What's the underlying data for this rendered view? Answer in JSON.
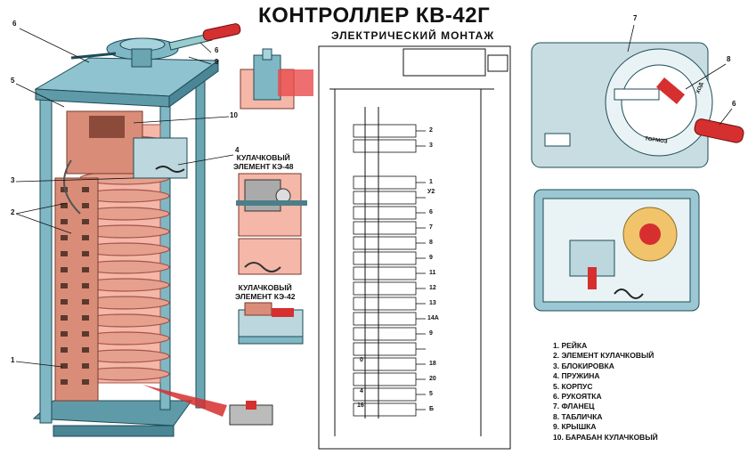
{
  "title": "КОНТРОЛЛЕР КВ-42Г",
  "subtitle": "ЭЛЕКТРИЧЕСКИЙ МОНТАЖ",
  "captions": {
    "ke48": [
      "КУЛАЧКОВЫЙ",
      "ЭЛЕМЕНТ КЭ-48"
    ],
    "ke42": [
      "КУЛАЧКОВЫЙ",
      "ЭЛЕМЕНТ КЭ-42"
    ]
  },
  "callouts": [
    "1",
    "2",
    "3",
    "4",
    "5",
    "6",
    "9",
    "10"
  ],
  "right_callouts": [
    "7",
    "8",
    "6"
  ],
  "schematic_labels": [
    "2",
    "3",
    "1",
    "У2",
    "6",
    "7",
    "8",
    "9",
    "11",
    "12",
    "13",
    "14А",
    "9",
    "18",
    "20",
    "5",
    "Б",
    "0",
    "4",
    "16"
  ],
  "legend": [
    "1. РЕЙКА",
    "2. ЭЛЕМЕНТ КУЛАЧКОВЫЙ",
    "3. БЛОКИРОВКА",
    "4. ПРУЖИНА",
    "5. КОРПУС",
    "6. РУКОЯТКА",
    "7. ФЛАНЕЦ",
    "8. ТАБЛИЧКА",
    "9. КРЫШКА",
    "10. БАРАБАН КУЛАЧКОВЫЙ"
  ],
  "dial_text": [
    "ХОД",
    "ТОРМОЗ"
  ],
  "colors": {
    "frame": "#7fb8c4",
    "frame_dark": "#3c7f8f",
    "copper": "#d98d78",
    "pink": "#f4b7a8",
    "red": "#d62f2f",
    "panel": "#c8dde2"
  }
}
